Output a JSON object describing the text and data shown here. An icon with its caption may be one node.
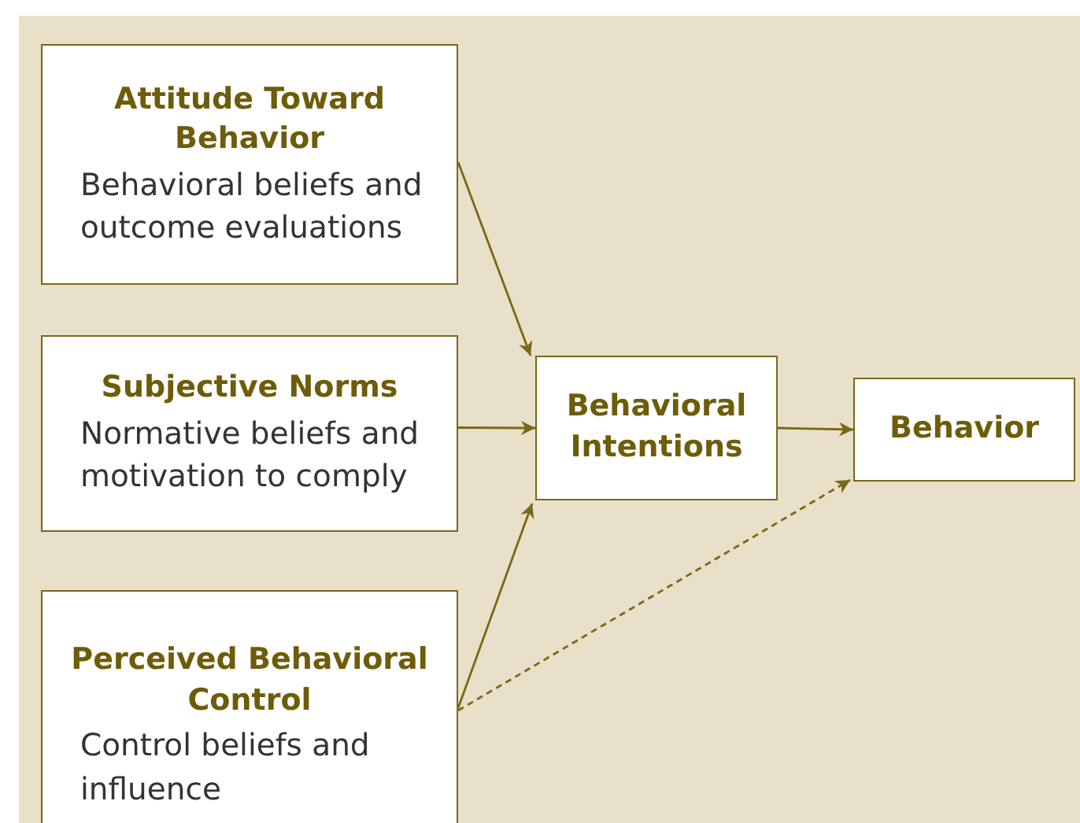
{
  "diagram": {
    "nodes": [
      {
        "text": [
          "Attitude Toward Behavior",
          "Behavioral beliefs and outcome evaluations"
        ]
      },
      {
        "text": [
          "Subjective Norms",
          "Normative beliefs and motivation to comply"
        ]
      },
      {
        "text": [
          "Perceived Behavioral Control",
          "Control beliefs and influence"
        ]
      },
      {
        "text": [
          "Behavioral Intentions"
        ]
      },
      {
        "text": [
          "Behavior"
        ]
      }
    ],
    "edges": [
      {
        "from": 0,
        "to": 3,
        "arrow": "to"
      },
      {
        "from": 1,
        "to": 3,
        "arrow": "to"
      },
      {
        "from": 2,
        "to": 3,
        "arrow": "to"
      },
      {
        "from": 3,
        "to": 4,
        "arrow": "to"
      },
      {
        "from": 2,
        "to": 4,
        "arrow": "to",
        "style": "dashed"
      }
    ]
  }
}
